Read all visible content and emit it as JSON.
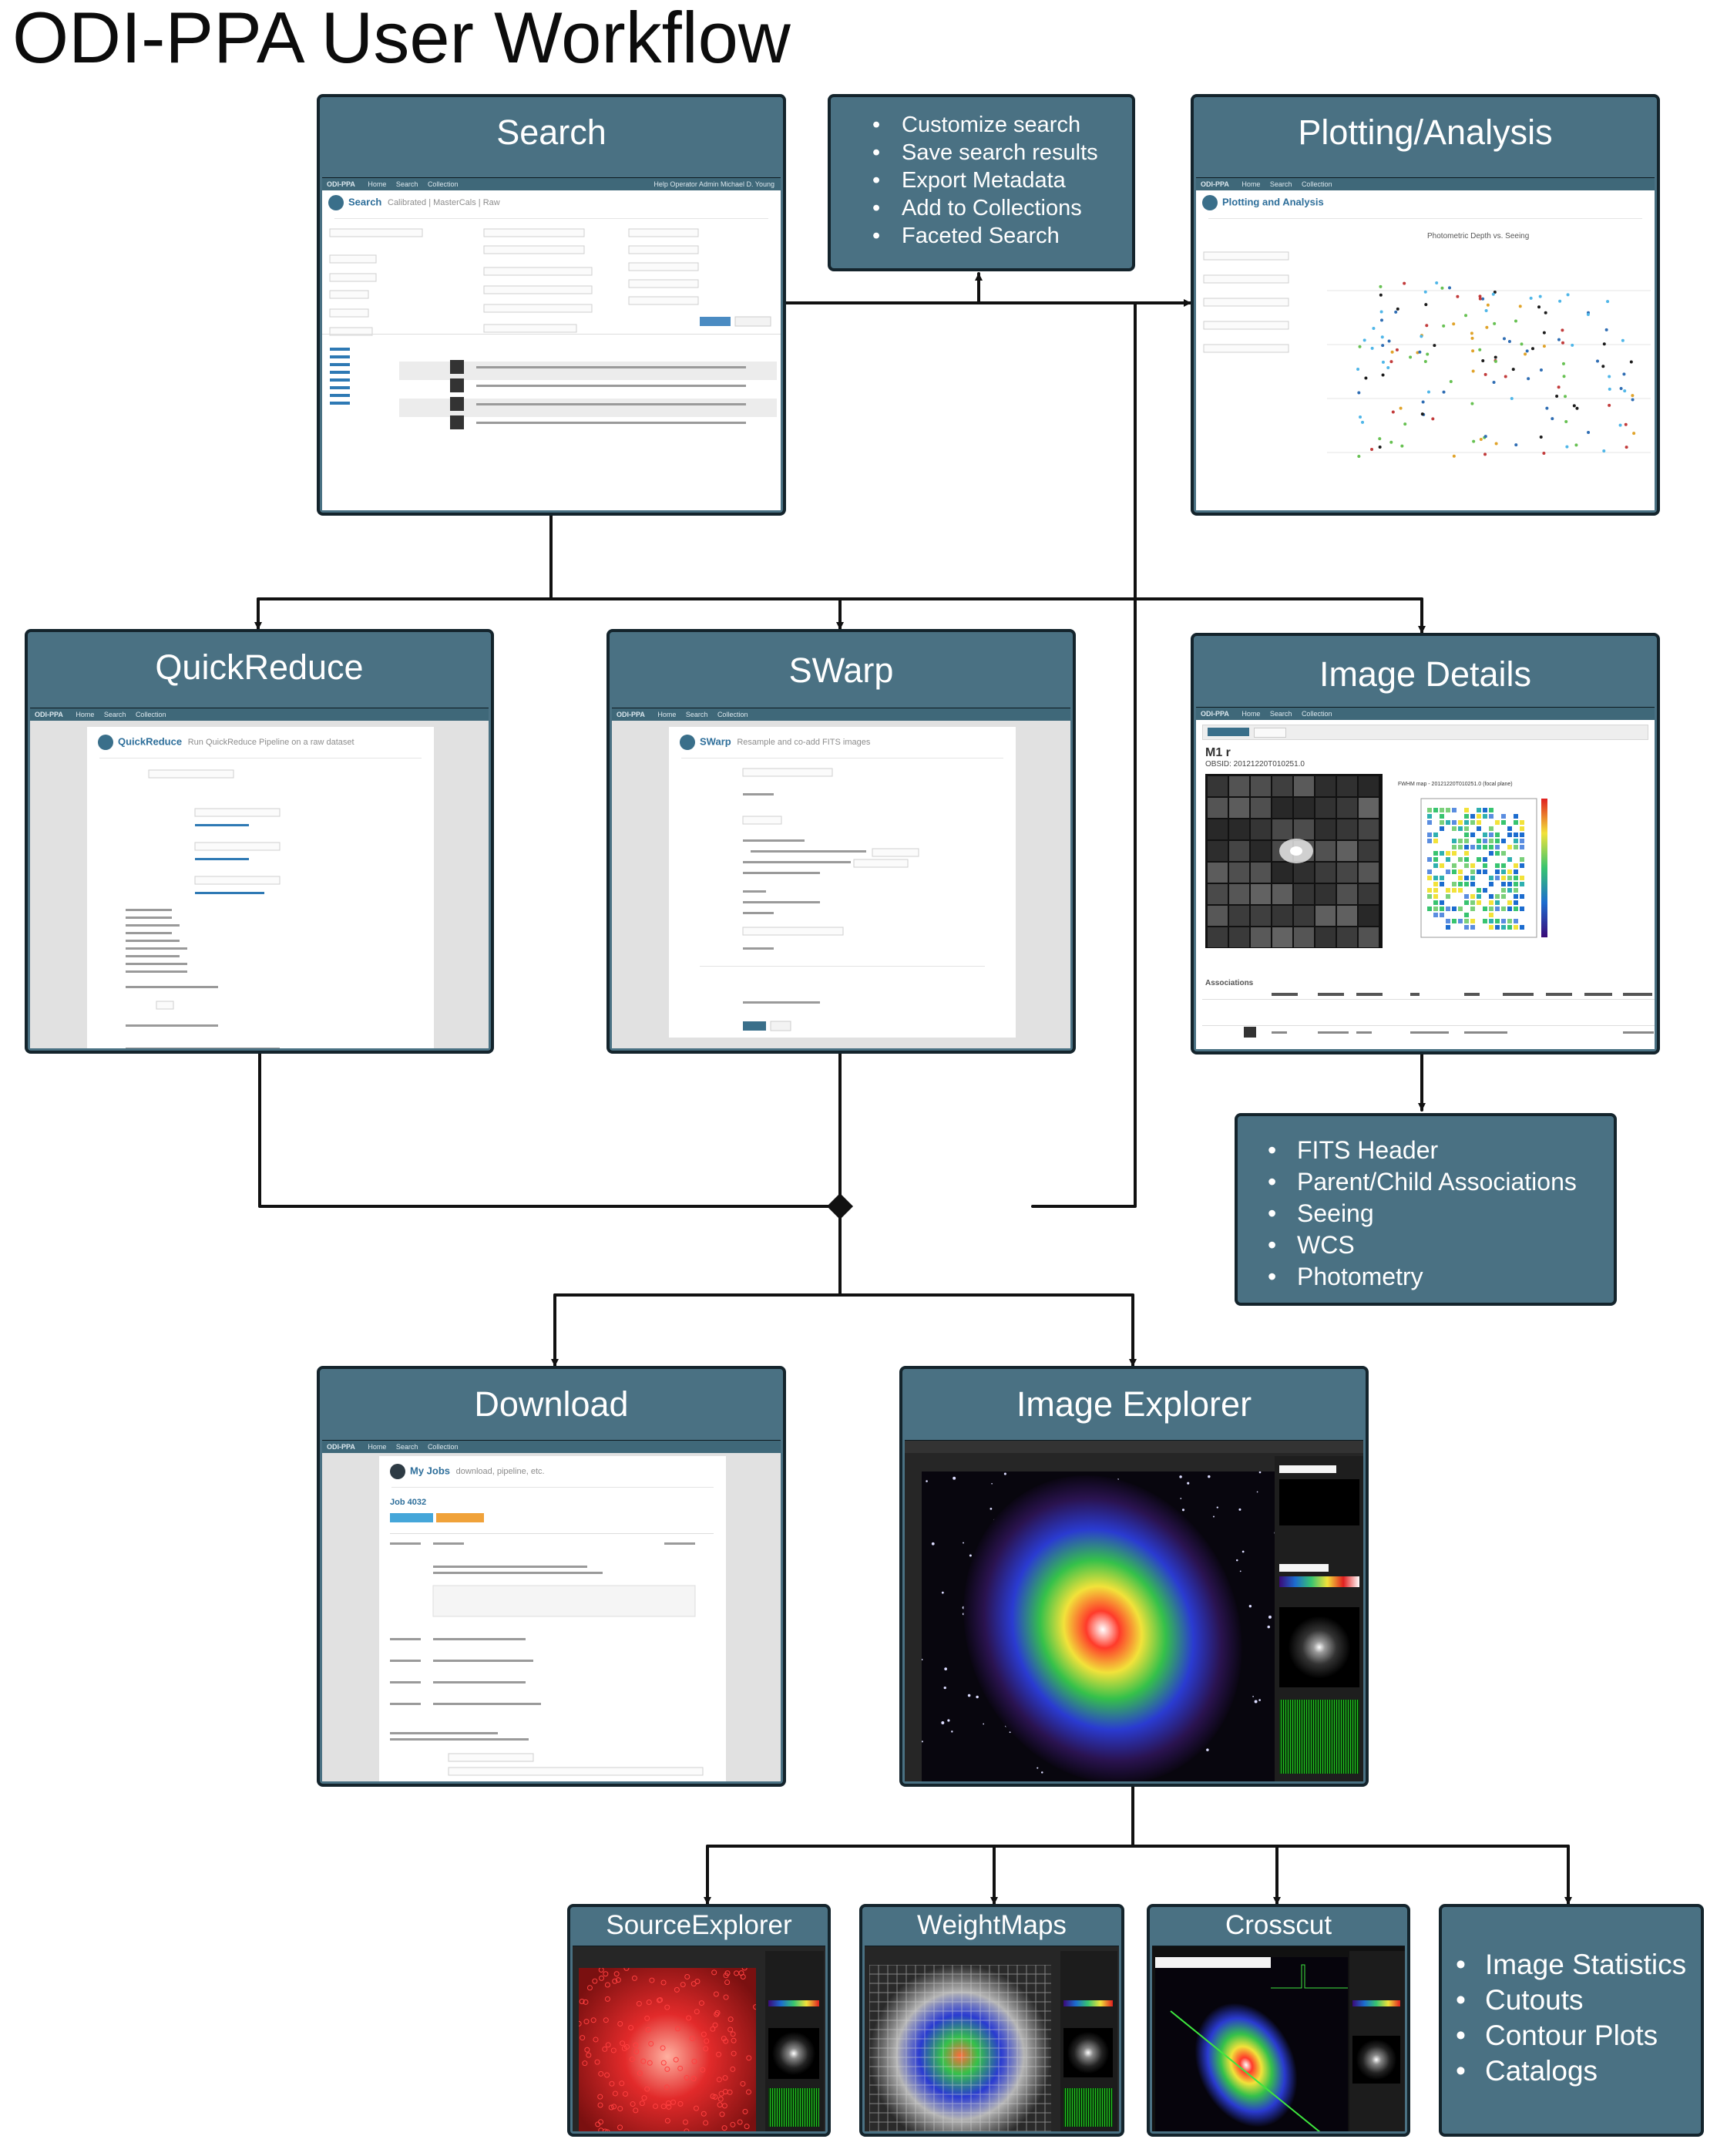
{
  "title": "ODI-PPA User Workflow",
  "boxes": {
    "search": {
      "title": "Search"
    },
    "plotting": {
      "title": "Plotting/Analysis"
    },
    "quickreduce": {
      "title": "QuickReduce"
    },
    "swarp": {
      "title": "SWarp"
    },
    "image_details": {
      "title": "Image Details"
    },
    "download": {
      "title": "Download"
    },
    "image_explorer": {
      "title": "Image Explorer"
    },
    "source_explorer": {
      "title": "SourceExplorer"
    },
    "weight_maps": {
      "title": "WeightMaps"
    },
    "crosscut": {
      "title": "Crosscut"
    }
  },
  "lists": {
    "search_features": [
      "Customize search",
      "Save search results",
      "Export Metadata",
      "Add to Collections",
      "Faceted Search"
    ],
    "details_features": [
      "FITS Header",
      "Parent/Child Associations",
      "Seeing",
      "WCS",
      "Photometry"
    ],
    "explorer_features": [
      "Image Statistics",
      "Cutouts",
      "Contour Plots",
      "Catalogs"
    ]
  },
  "screens": {
    "navbar": {
      "brand": "ODI-PPA",
      "links": [
        "Home",
        "Search",
        "Collection"
      ],
      "right": "Help   Operator   Admin   Michael D. Young"
    },
    "search": {
      "heading": "Search",
      "subtitle": "Calibrated | MasterCals | Raw"
    },
    "plotting": {
      "heading": "Plotting and Analysis",
      "chart_title": "Photometric Depth vs. Seeing"
    },
    "quickreduce": {
      "heading": "QuickReduce",
      "subtitle": "Run QuickReduce Pipeline on a raw dataset"
    },
    "swarp": {
      "heading": "SWarp",
      "subtitle": "Resample and co-add FITS images"
    },
    "image_details": {
      "heading": "M1 r",
      "obsid": "OBSID: 20121220T010251.0",
      "associations": "Associations",
      "map_title": "FWHM map - 20121220T010251.0 (focal plane)"
    },
    "download": {
      "heading": "My Jobs",
      "subtitle": "download, pipeline, etc.",
      "job": "Job 4032"
    }
  },
  "colors": {
    "box_fill": "#4a7183",
    "box_border": "#14242c",
    "connector": "#111111"
  }
}
